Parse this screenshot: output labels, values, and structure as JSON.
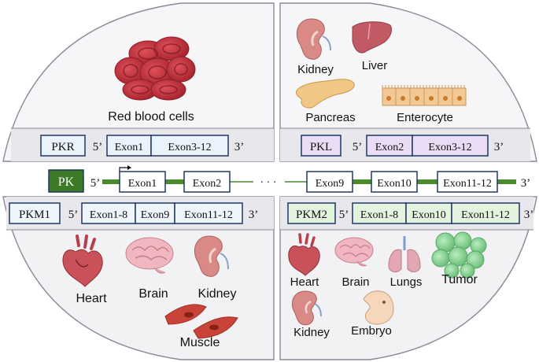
{
  "labels": {
    "red_blood_cells": "Red blood cells",
    "kidney": "Kidney",
    "liver": "Liver",
    "pancreas": "Pancreas",
    "enterocyte": "Enterocyte",
    "heart": "Heart",
    "brain": "Brain",
    "muscle": "Muscle",
    "lungs": "Lungs",
    "tumor": "Tumor",
    "embryo": "Embryo"
  },
  "primes": {
    "five": "5’",
    "three": "3’"
  },
  "gene": {
    "name": "PK",
    "exon1": "Exon1",
    "exon2": "Exon2",
    "dots": "· · ·",
    "exon9": "Exon9",
    "exon10": "Exon10",
    "exon11_12": "Exon11-12"
  },
  "isoforms": {
    "pkr": {
      "name": "PKR",
      "exons": [
        "Exon1",
        "Exon3-12"
      ]
    },
    "pkl": {
      "name": "PKL",
      "exons": [
        "Exon2",
        "Exon3-12"
      ]
    },
    "pkm1": {
      "name": "PKM1",
      "exons": [
        "Exon1-8",
        "Exon9",
        "Exon11-12"
      ]
    },
    "pkm2": {
      "name": "PKM2",
      "exons": [
        "Exon1-8",
        "Exon10",
        "Exon11-12"
      ]
    }
  },
  "colors": {
    "panel_top": "#f6f6f8",
    "panel_bottom": "#f2f2f4",
    "panel_stroke": "#8a8a96",
    "band_fill": "#e7e7ec",
    "box_stroke": "#1f3864",
    "pkr_fill": "#eaf3fb",
    "pkl_fill": "#eadcf5",
    "pkm1_fill": "#eef5fb",
    "pkm2_fill": "#e3f3de",
    "gene_green": "#4a8a2c",
    "gene_box": "#3d7a25",
    "rbc": "#c8343f",
    "organ_red": "#c9525a",
    "kidney": "#d98a86",
    "liver": "#c25a66",
    "pancreas": "#f0c784",
    "enterocyte": "#f2c894",
    "lungs": "#e2a7b0",
    "tumor": "#8fd49a",
    "embryo": "#f6d7bb"
  }
}
